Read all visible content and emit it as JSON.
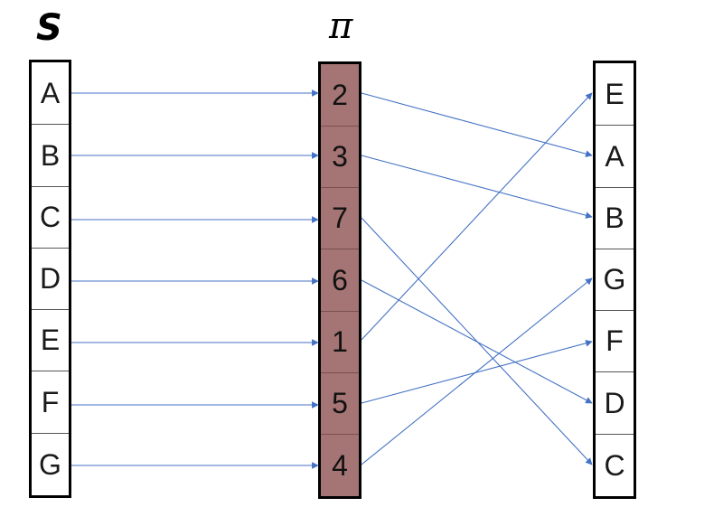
{
  "headers": {
    "source": "S",
    "permutation": "π"
  },
  "source_column": [
    "A",
    "B",
    "C",
    "D",
    "E",
    "F",
    "G"
  ],
  "permutation_column": [
    "2",
    "3",
    "7",
    "6",
    "1",
    "5",
    "4"
  ],
  "output_column": [
    "E",
    "A",
    "B",
    "G",
    "F",
    "D",
    "C"
  ],
  "colors": {
    "permutation_fill": "#a57474",
    "arrow": "#4472c4",
    "border": "#000000"
  }
}
